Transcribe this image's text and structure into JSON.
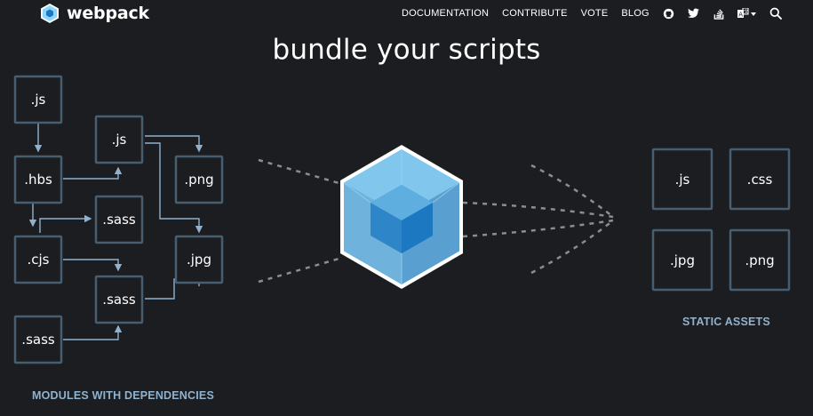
{
  "brand": {
    "name": "webpack"
  },
  "nav": {
    "links": [
      "DOCUMENTATION",
      "CONTRIBUTE",
      "VOTE",
      "BLOG"
    ],
    "icons": [
      "github-icon",
      "twitter-icon",
      "stack-overflow-icon",
      "language-icon",
      "search-icon"
    ]
  },
  "hero": {
    "title": "bundle your scripts"
  },
  "modules": {
    "caption": "MODULES WITH DEPENDENCIES",
    "nodes": [
      ".js",
      ".hbs",
      ".cjs",
      ".sass",
      ".js",
      ".sass",
      ".sass",
      ".png",
      ".jpg"
    ]
  },
  "assets": {
    "caption": "STATIC ASSETS",
    "nodes": [
      ".js",
      ".css",
      ".jpg",
      ".png"
    ]
  },
  "colors": {
    "background": "#1c1d21",
    "node_border": "#465e6f",
    "connector": "#8fb2cf",
    "cube_light": "#8ed6fb",
    "cube_dark": "#1c78c0",
    "caption": "#8fb2cf"
  }
}
